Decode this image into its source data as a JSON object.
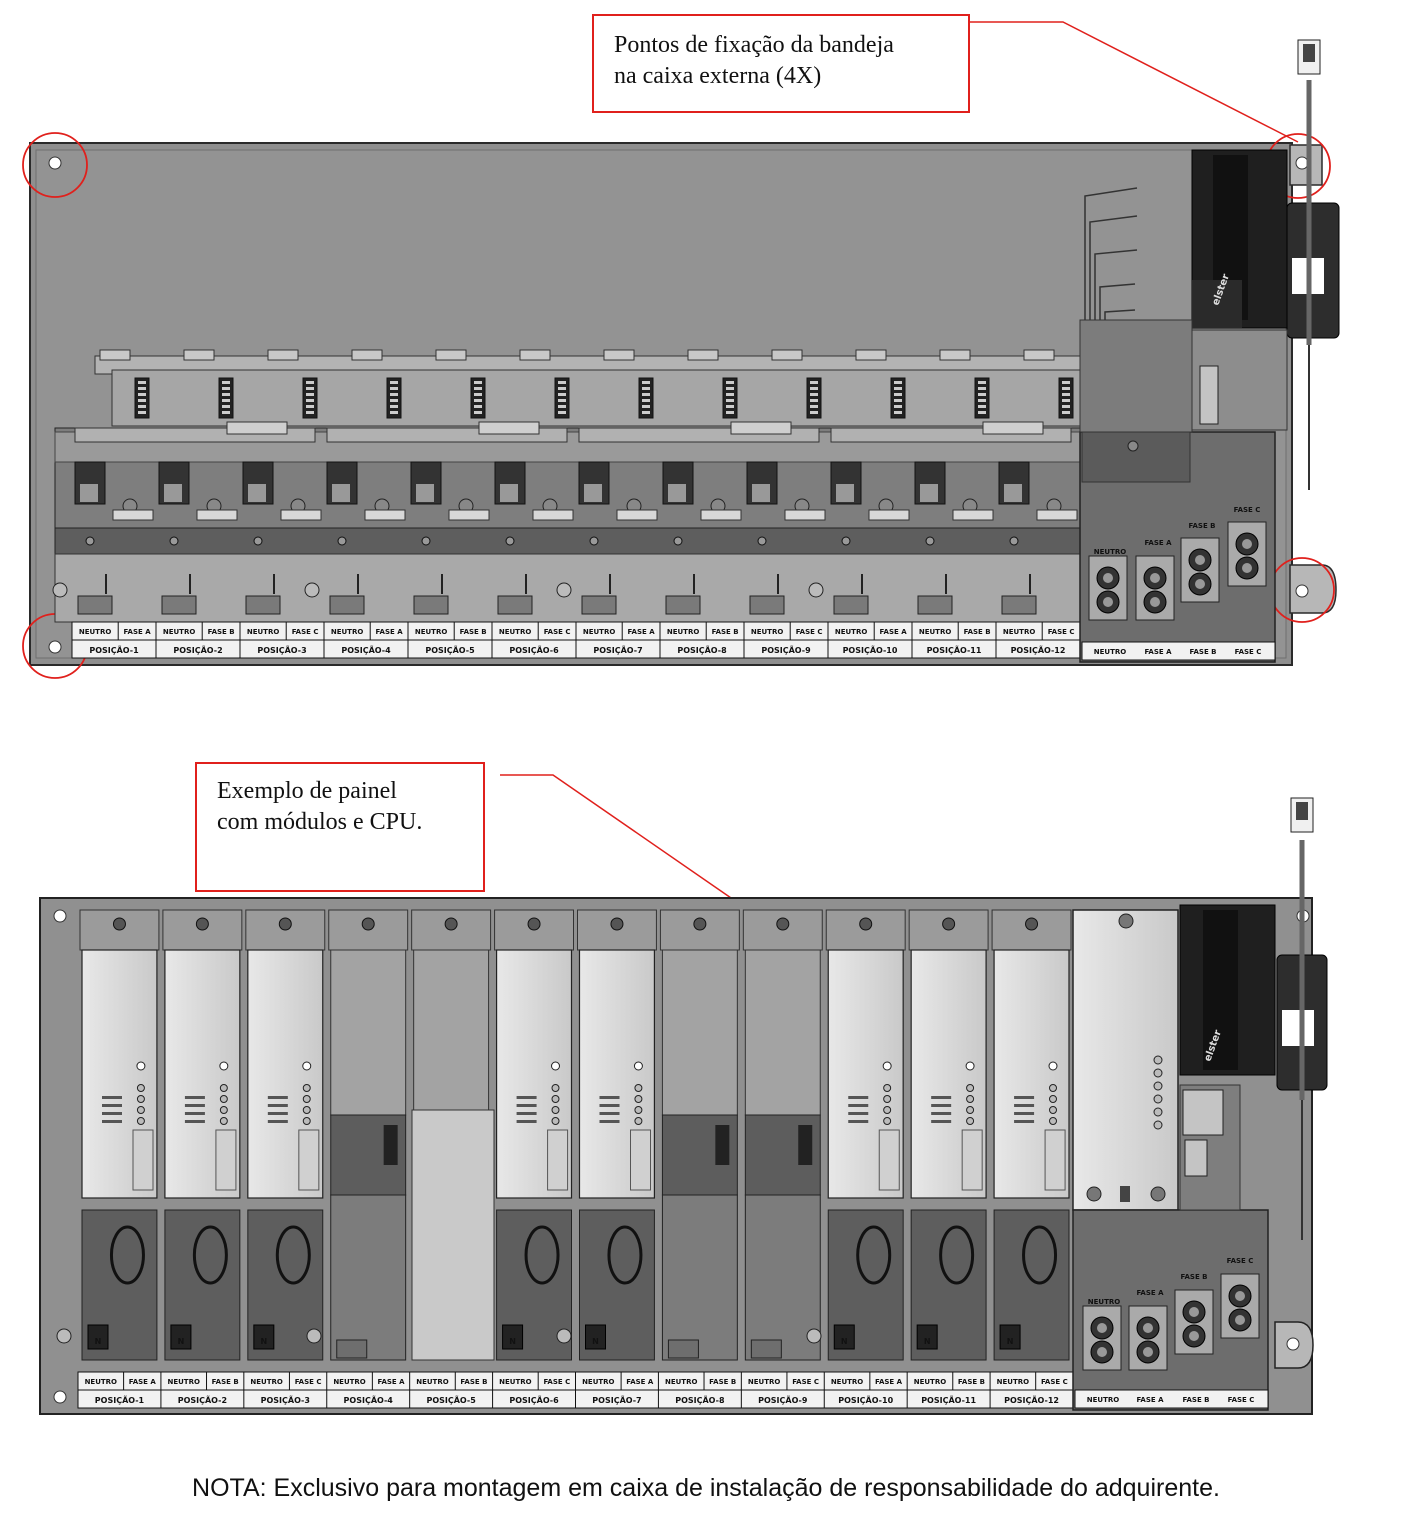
{
  "callout_top": {
    "line1": "Pontos de fixação da bandeja",
    "line2": "na caixa externa (4X)"
  },
  "callout_bottom": {
    "line1": "Exemplo de painel",
    "line2": "com módulos e CPU."
  },
  "labels": {
    "neutro": "NEUTRO",
    "fase_a": "FASE A",
    "fase_b": "FASE B",
    "fase_c": "FASE C",
    "positions": [
      "POSIÇÃO-1",
      "POSIÇÃO-2",
      "POSIÇÃO-3",
      "POSIÇÃO-4",
      "POSIÇÃO-5",
      "POSIÇÃO-6",
      "POSIÇÃO-7",
      "POSIÇÃO-8",
      "POSIÇÃO-9",
      "POSIÇÃO-10",
      "POSIÇÃO-11",
      "POSIÇÃO-12"
    ],
    "term_neutro": "NEUTRO",
    "module_letter": "N"
  },
  "brand": "elster",
  "note": "NOTA: Exclusivo para montagem em caixa de instalação de responsabilidade do adquirente.",
  "colors": {
    "callout_border": "#e0201c",
    "panel_fill": "#8f8f8f",
    "panel_dark": "#3a3a3a",
    "module_fill": "#d6d6d6"
  }
}
